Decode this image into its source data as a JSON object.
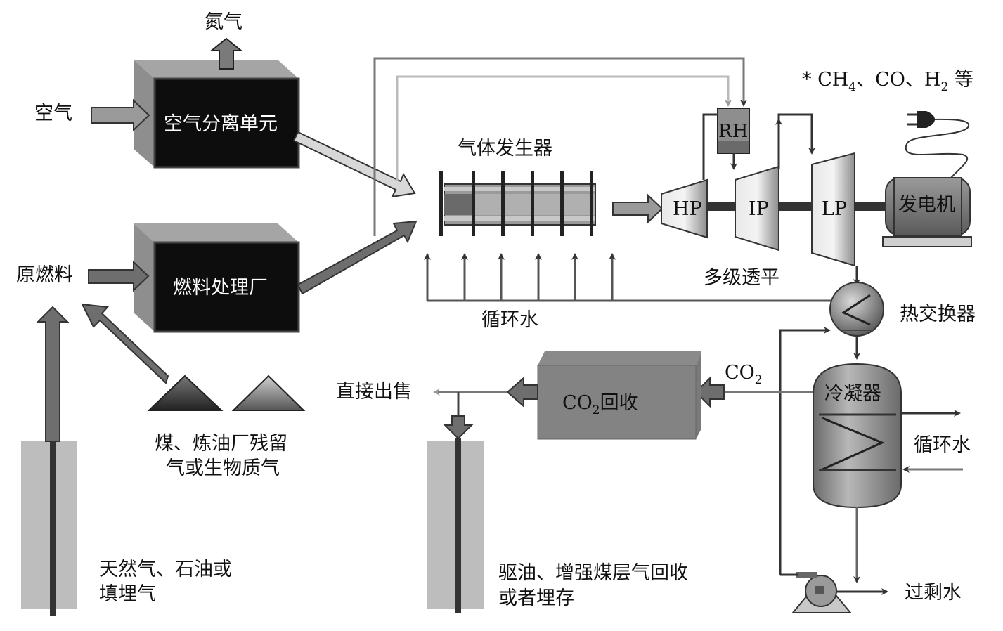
{
  "diagram": {
    "type": "process-flow",
    "subject": "IGCC-style power plant with CO2 capture"
  },
  "labels": {
    "nitrogen": "氮气",
    "air": "空气",
    "asu": "空气分离单元",
    "raw_fuel": "原燃料",
    "fuel_plant": "燃料处理厂",
    "solid_fuels": [
      "煤、炼油厂残留",
      "气或生物质气"
    ],
    "gas_wells": [
      "天然气、石油或",
      "填埋气"
    ],
    "gasifier": "气体发生器",
    "circulating_water_bottom": "循环水",
    "syngas_note_prefix": "* CH",
    "syngas_note_sub1": "4",
    "syngas_note_mid": "、CO、H",
    "syngas_note_sub2": "2",
    "syngas_note_suffix": " 等",
    "rh": "RH",
    "hp": "HP",
    "ip": "IP",
    "lp": "LP",
    "generator": "发电机",
    "multistage_turbine": "多级透平",
    "heat_exchanger": "热交换器",
    "co2_in_prefix": "CO",
    "co2_in_sub": "2",
    "co2_recovery_prefix": "CO",
    "co2_recovery_sub": "2",
    "co2_recovery_suffix": "回收",
    "direct_sale": "直接出售",
    "condenser": "冷凝器",
    "circulating_water_right": "循环水",
    "eor_storage": [
      "驱油、增强煤层气回收",
      "或者埋存"
    ],
    "excess_water": "过剩水"
  },
  "colors": {
    "box_dark": "#0d0d0d",
    "box_side": "#8a8a8a",
    "box_top": "#a8a8a8",
    "arrow_dark": "#6b6b6b",
    "arrow_light": "#d0d0d0",
    "line": "#444444",
    "line_light": "#b5b5b5",
    "ground": "#bdbdbd"
  }
}
